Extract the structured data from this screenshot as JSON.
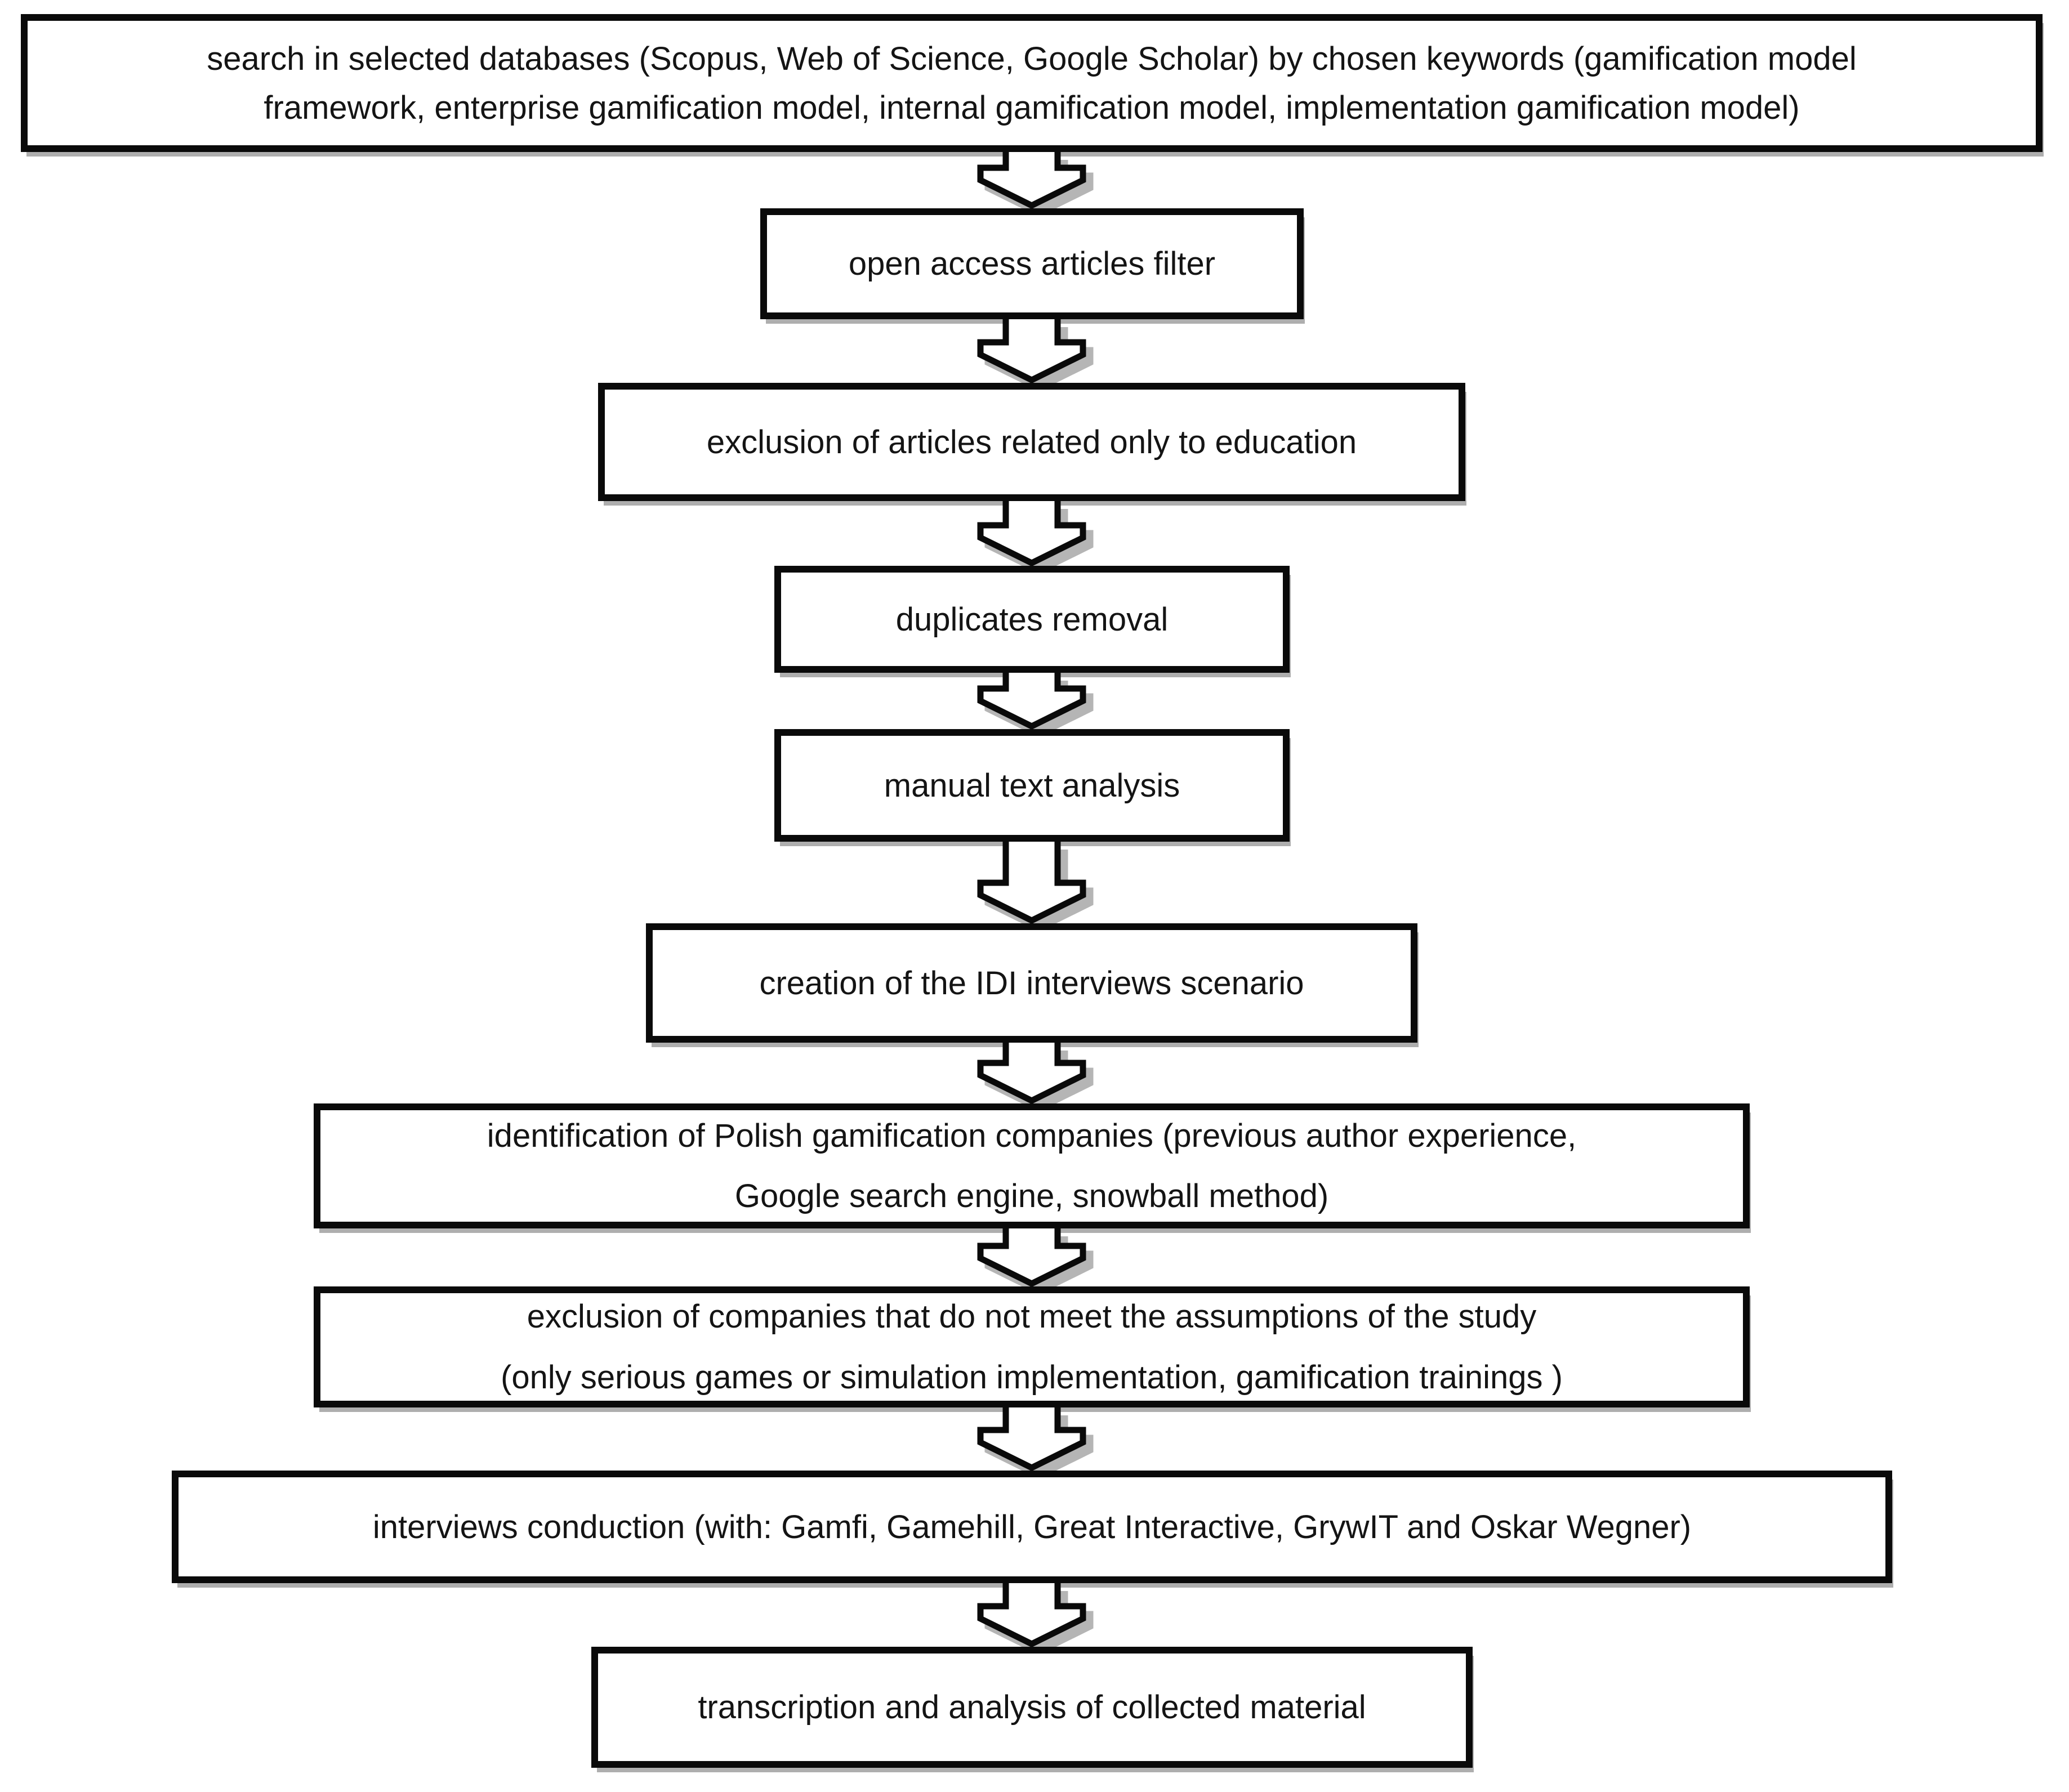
{
  "diagram": {
    "type": "flowchart",
    "flow_direction": "top-to-bottom",
    "connector_icon": "block-down-arrow",
    "colors": {
      "background": "#ffffff",
      "box_fill": "#ffffff",
      "box_border": "#0a0a0a",
      "text": "#141414",
      "shadow": "#b5b5b5"
    },
    "steps": [
      {
        "name": "database-search",
        "lines": [
          "search in selected databases (Scopus, Web of Science, Google Scholar) by chosen keywords (gamification model",
          "framework, enterprise gamification model, internal gamification model, implementation gamification model)"
        ]
      },
      {
        "name": "open-access-filter",
        "lines": [
          "open access articles filter"
        ]
      },
      {
        "name": "education-exclusion",
        "lines": [
          "exclusion of articles related only to education"
        ]
      },
      {
        "name": "duplicates-removal",
        "lines": [
          "duplicates removal"
        ]
      },
      {
        "name": "manual-text-analysis",
        "lines": [
          "manual text analysis"
        ]
      },
      {
        "name": "idi-scenario-creation",
        "lines": [
          "creation of the IDI interviews scenario"
        ]
      },
      {
        "name": "company-identification",
        "lines": [
          "identification of Polish gamification companies (previous author experience,",
          "Google search engine, snowball method)"
        ]
      },
      {
        "name": "company-exclusion",
        "lines": [
          "exclusion of companies that do not meet the assumptions of the study",
          "(only serious games or simulation implementation, gamification trainings )"
        ]
      },
      {
        "name": "interviews-conduction",
        "lines": [
          "interviews conduction (with: Gamfi, Gamehill, Great Interactive, GrywIT and Oskar Wegner)"
        ]
      },
      {
        "name": "transcription-analysis",
        "lines": [
          "transcription and analysis of collected material"
        ]
      }
    ]
  }
}
